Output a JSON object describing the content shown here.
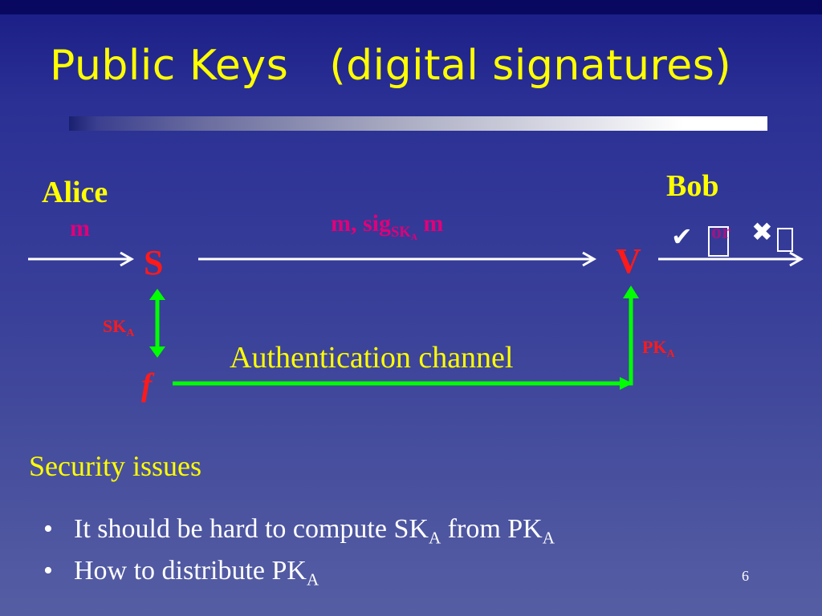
{
  "slide": {
    "title": "Public Keys   (digital signatures)",
    "page_number": "6"
  },
  "diagram": {
    "alice_label": "Alice",
    "bob_label": "Bob",
    "input_message": "m",
    "sign_box": "S",
    "verify_box": "V",
    "key_function": "f",
    "channel_message_prefix": "m, sig",
    "channel_message_sub": "SK",
    "channel_message_sub2": "A",
    "channel_message_suffix": " m",
    "secret_key": "SK",
    "secret_key_sub": "A",
    "public_key": "PK",
    "public_key_sub": "A",
    "auth_channel": "Authentication channel",
    "result_accept": "✔",
    "result_box1": "",
    "result_or": "or",
    "result_reject": "✖",
    "result_box2": ""
  },
  "security": {
    "heading": "Security issues",
    "bullet1_text": "It should be hard to compute SK",
    "bullet1_sub1": "A",
    "bullet1_mid": " from PK",
    "bullet1_sub2": "A",
    "bullet2_text": "How to distribute PK",
    "bullet2_sub": "A"
  },
  "colors": {
    "title": "#ffff00",
    "labels": "#ffff00",
    "boxes": "#ff1a1a",
    "message": "#e0007a",
    "key_arrows": "#00ff00",
    "flow_arrows": "#ffffff"
  }
}
